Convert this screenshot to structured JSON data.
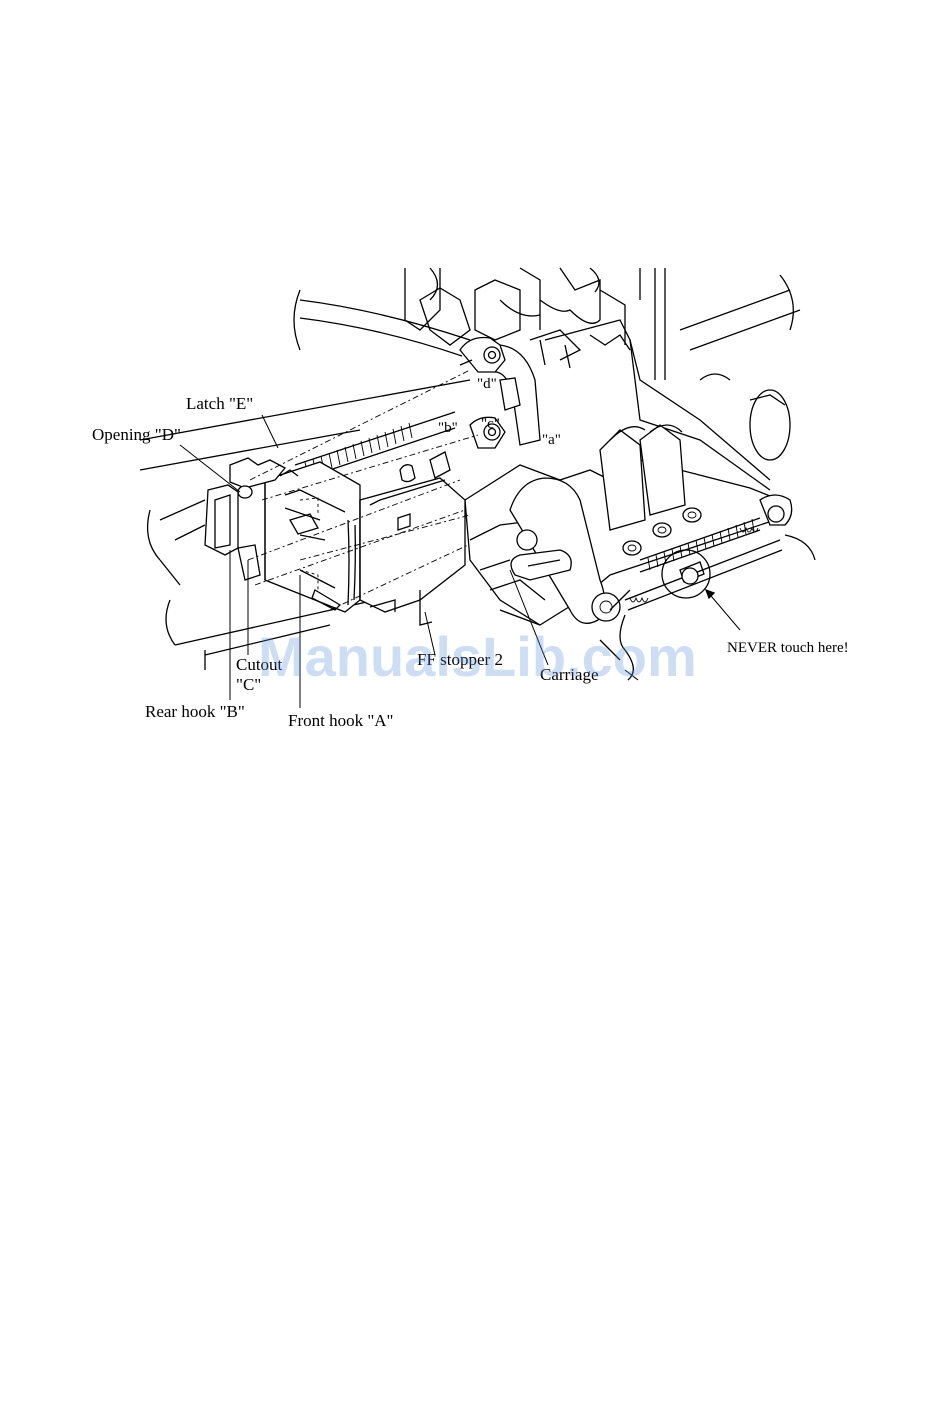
{
  "labels": {
    "latch_e": "Latch \"E\"",
    "opening_d": "Opening \"D\"",
    "cutout_line1": "Cutout",
    "cutout_line2": "\"C\"",
    "rear_hook_b": "Rear hook \"B\"",
    "front_hook_a": "Front hook \"A\"",
    "ff_stopper": "FF stopper 2",
    "carriage": "Carriage",
    "never_touch": "NEVER touch here!",
    "pin_a": "\"a\"",
    "pin_b": "\"b\"",
    "pin_c": "\"c\"",
    "pin_d": "\"d\""
  },
  "watermark": {
    "text": "ManualsLib.com",
    "color": "#5b8fd6"
  }
}
